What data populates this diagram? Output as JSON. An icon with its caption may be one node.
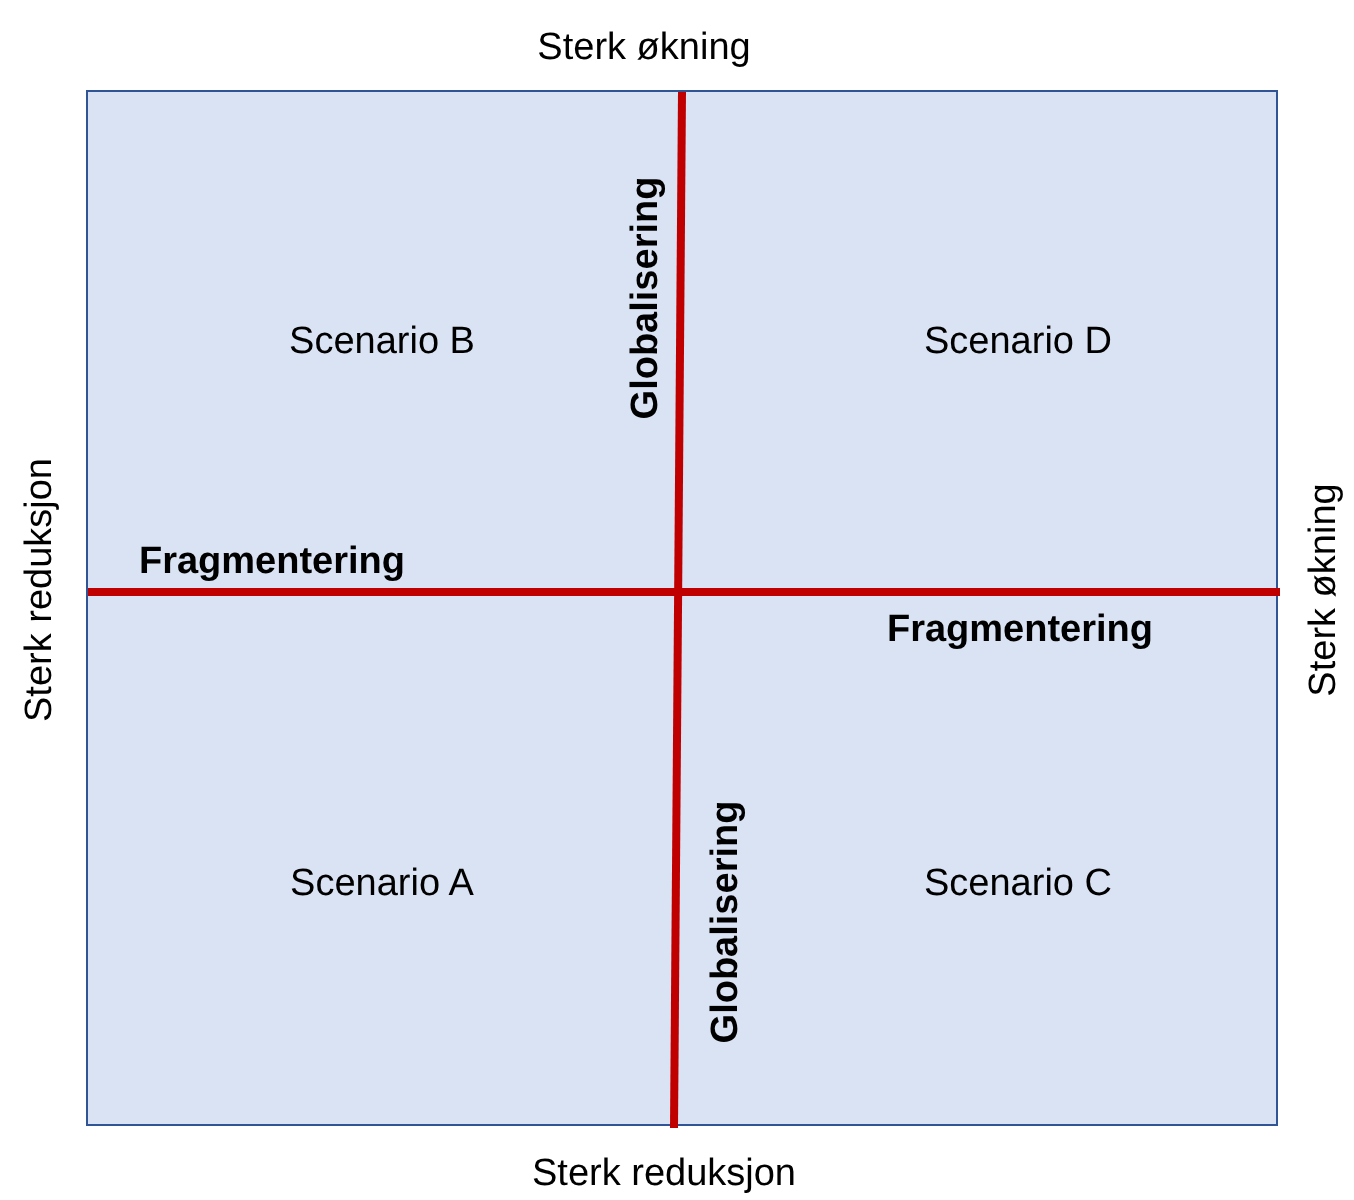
{
  "diagram": {
    "nodes": [
      {
        "text": [
          "Globalisering",
          "Scenario B",
          "Scenario D",
          "Fragmentering",
          "Fragmentering",
          "Globalisering",
          "Scenario A",
          "Scenario C"
        ]
      }
    ],
    "labels": [
      "Sterk økning",
      "Sterk reduksjon",
      "Sterk økning",
      "Sterk reduksjon"
    ]
  }
}
